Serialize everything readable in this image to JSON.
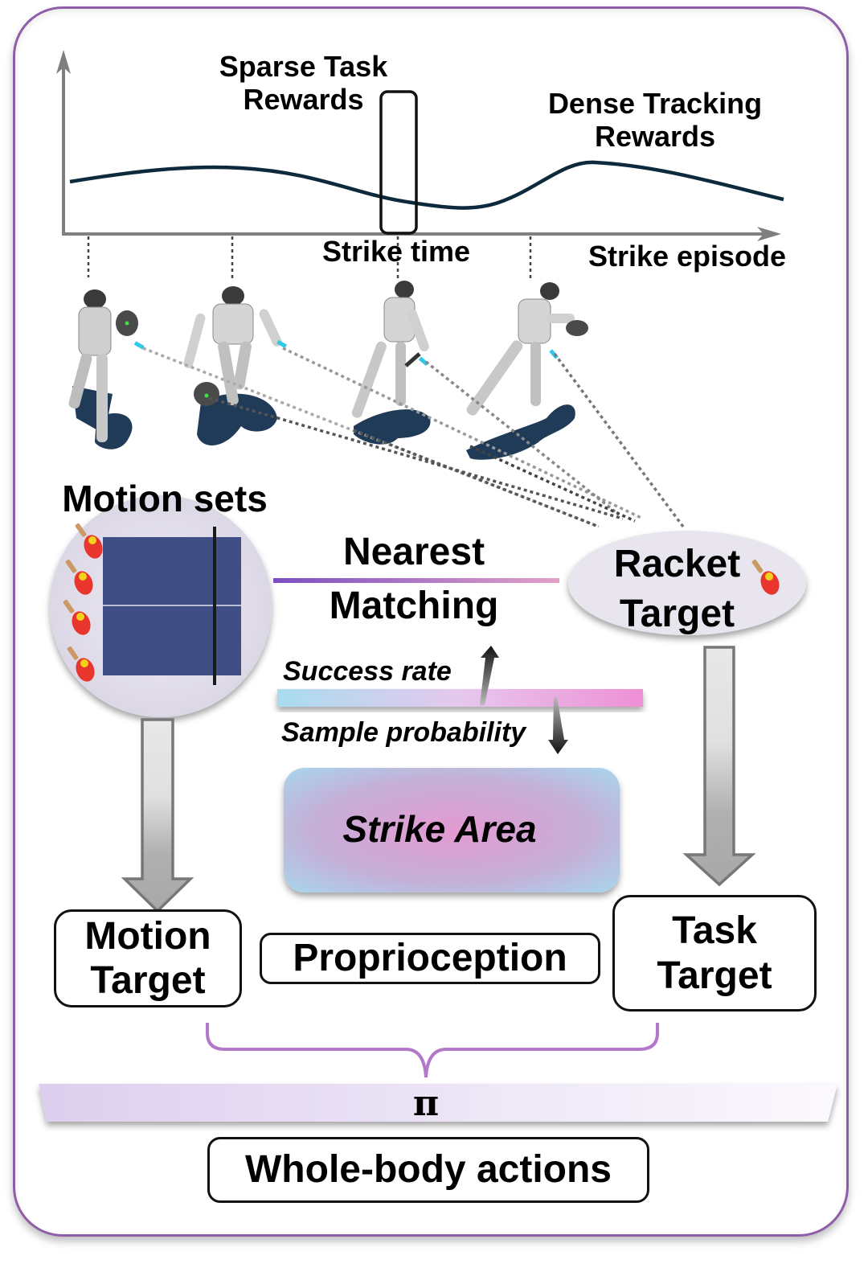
{
  "chart": {
    "top_label_sparse": "Sparse Task\nRewards",
    "top_label_dense": "Dense Tracking\nRewards",
    "x_label_strike_time": "Strike time",
    "x_label_episode": "Strike episode"
  },
  "motion_sets": {
    "title": "Motion sets",
    "racket_count": 4
  },
  "nearest_matching": {
    "line1": "Nearest",
    "line2": "Matching"
  },
  "racket_target": {
    "label": "Racket\nTarget"
  },
  "curriculum": {
    "success_rate": "Success rate",
    "sample_probability": "Sample probability"
  },
  "strike_area": {
    "label": "Strike Area"
  },
  "inputs": {
    "motion_target": "Motion\nTarget",
    "proprioception": "Proprioception",
    "task_target": "Task\nTarget"
  },
  "policy": {
    "symbol": "π"
  },
  "output": {
    "label": "Whole-body actions"
  },
  "colors": {
    "frame": "#8e5ea8",
    "curve": "#0d2a3d",
    "table": "#3f4f86",
    "brace": "#b478c8",
    "racket_red": "#e8352d"
  }
}
